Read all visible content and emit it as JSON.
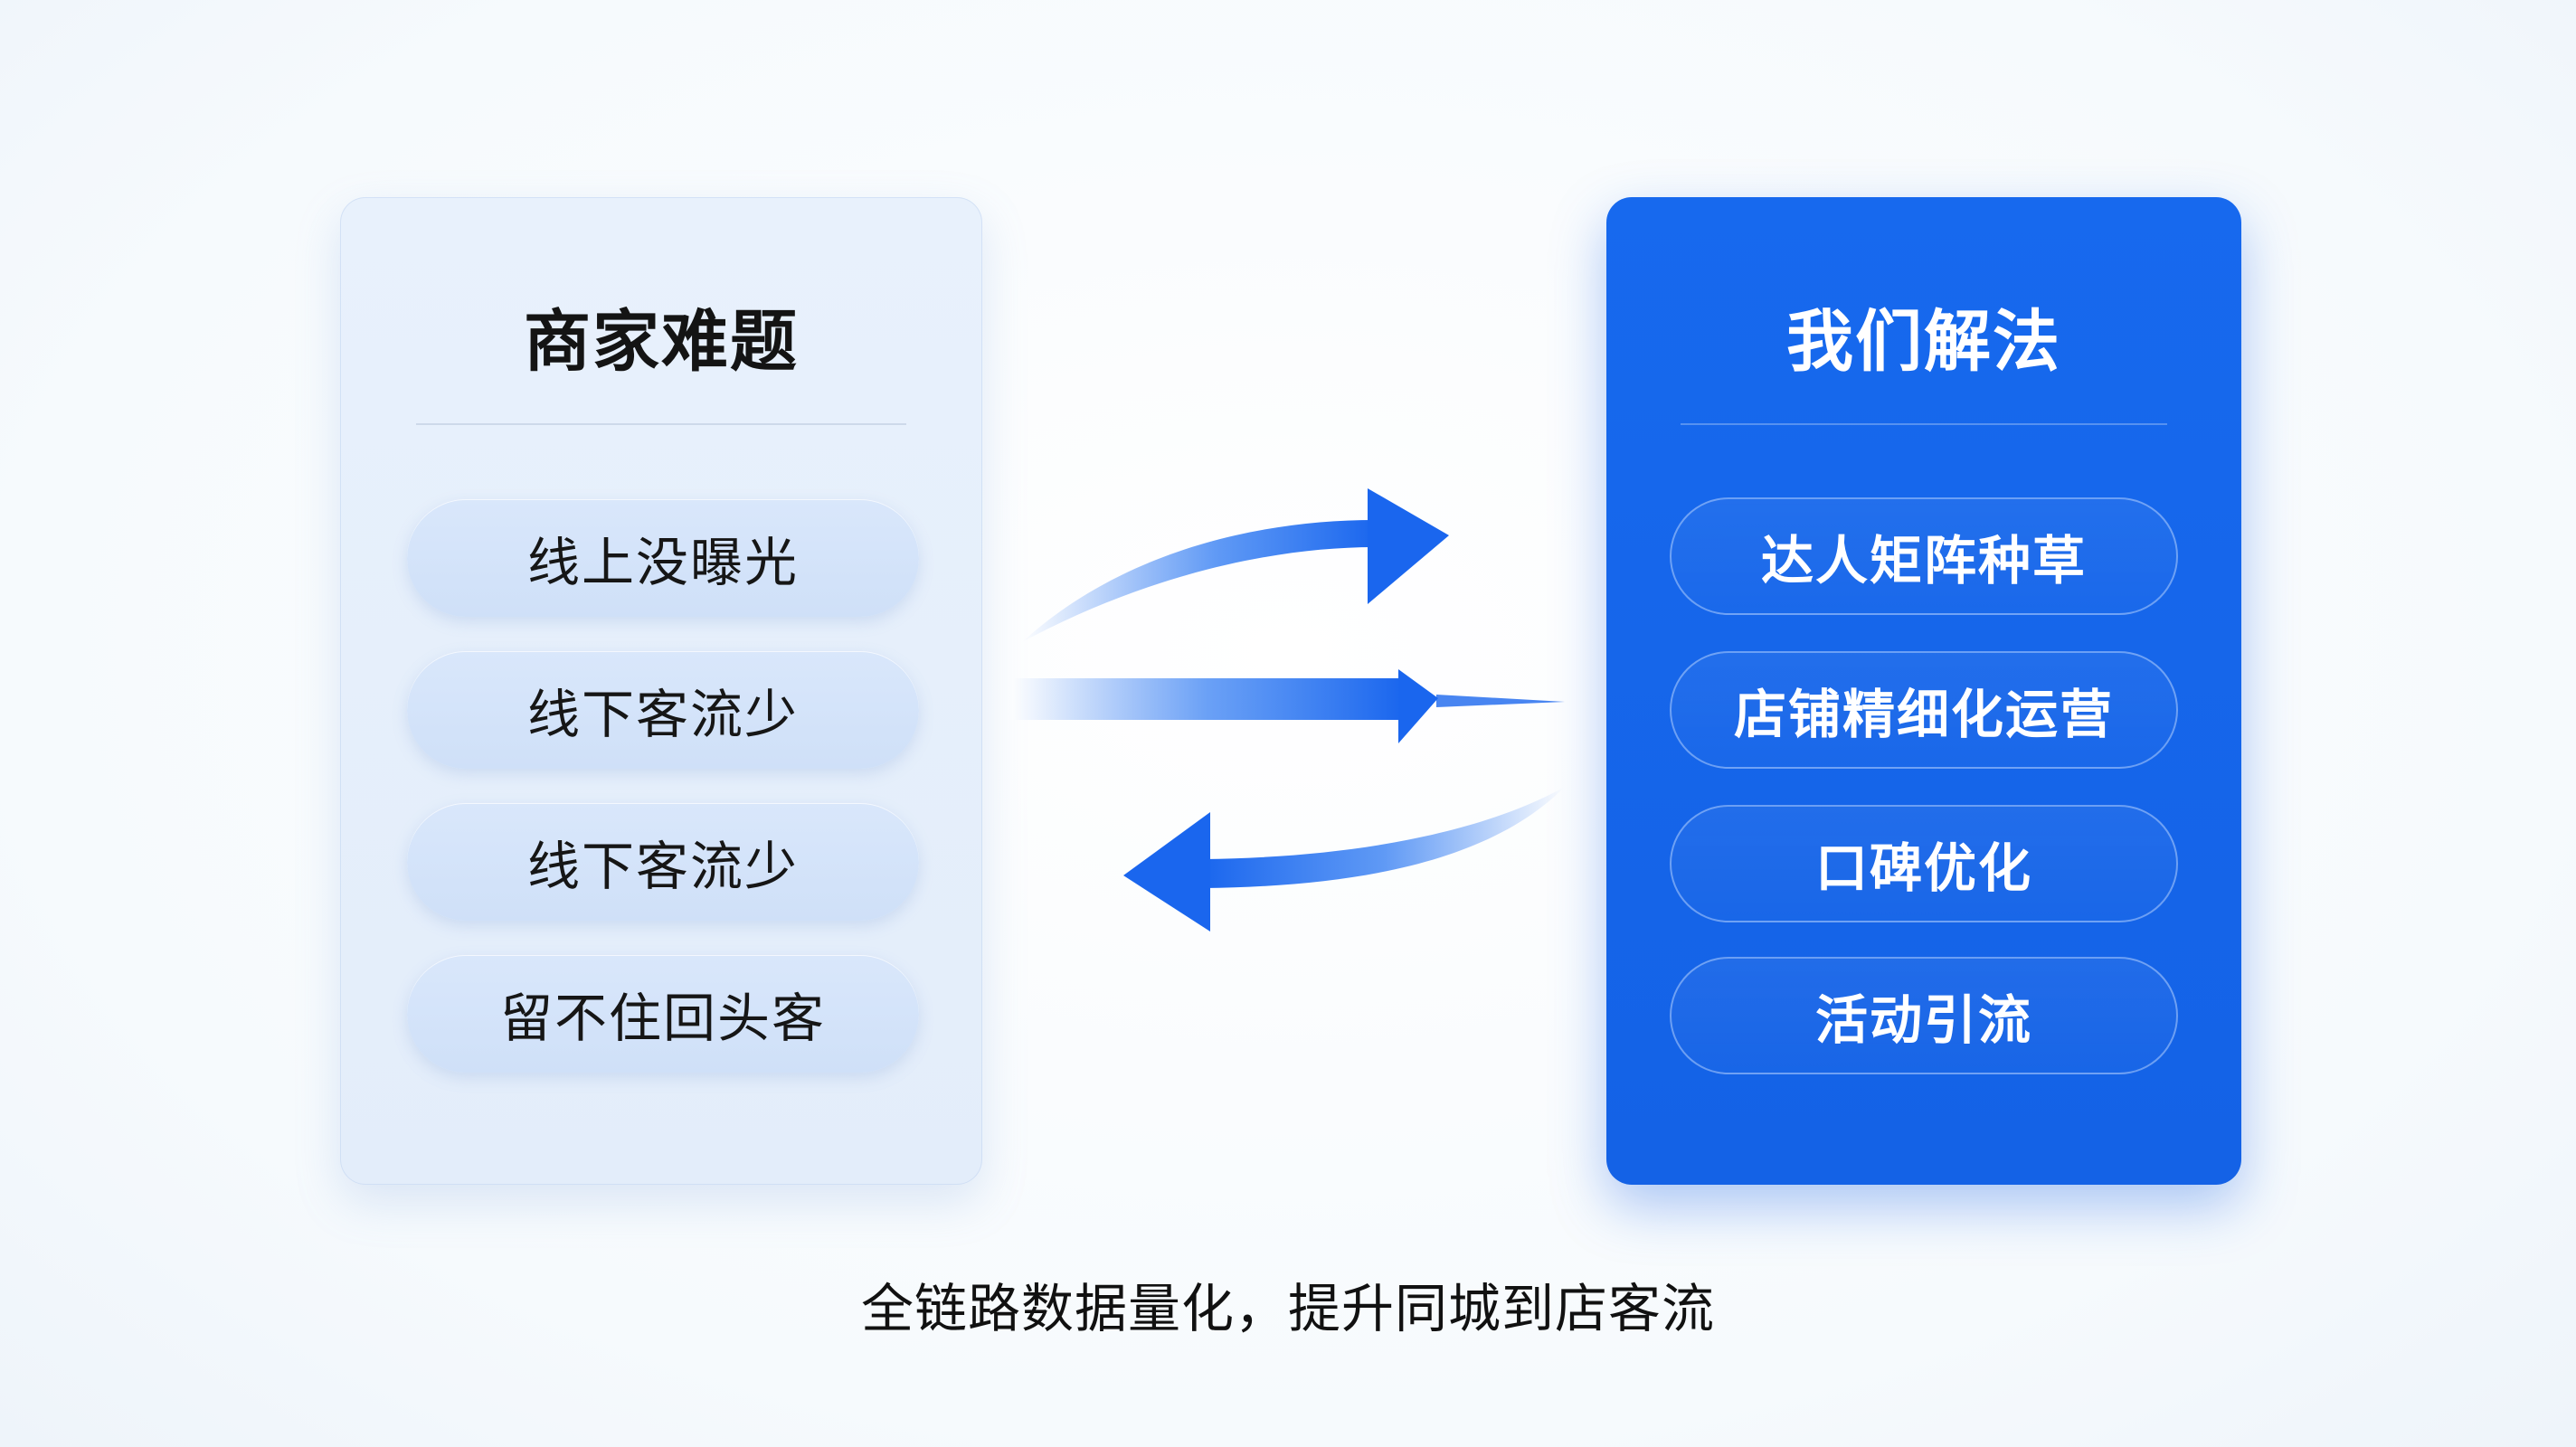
{
  "left_panel": {
    "title": "商家难题",
    "items": [
      "线上没曝光",
      "线下客流少",
      "线下客流少",
      "留不住回头客"
    ]
  },
  "right_panel": {
    "title": "我们解法",
    "items": [
      "达人矩阵种草",
      "店铺精细化运营",
      "口碑优化",
      "活动引流"
    ]
  },
  "caption": "全链路数据量化，提升同城到店客流",
  "colors": {
    "accent_blue": "#1769ee",
    "left_panel_bg": "#e6f0fc",
    "left_pill_bg": "#d6e5fa",
    "arrow_blue": "#1f6ef0"
  },
  "icons": [
    "arrow-right-icon",
    "arrow-right-icon",
    "arrow-left-icon"
  ]
}
